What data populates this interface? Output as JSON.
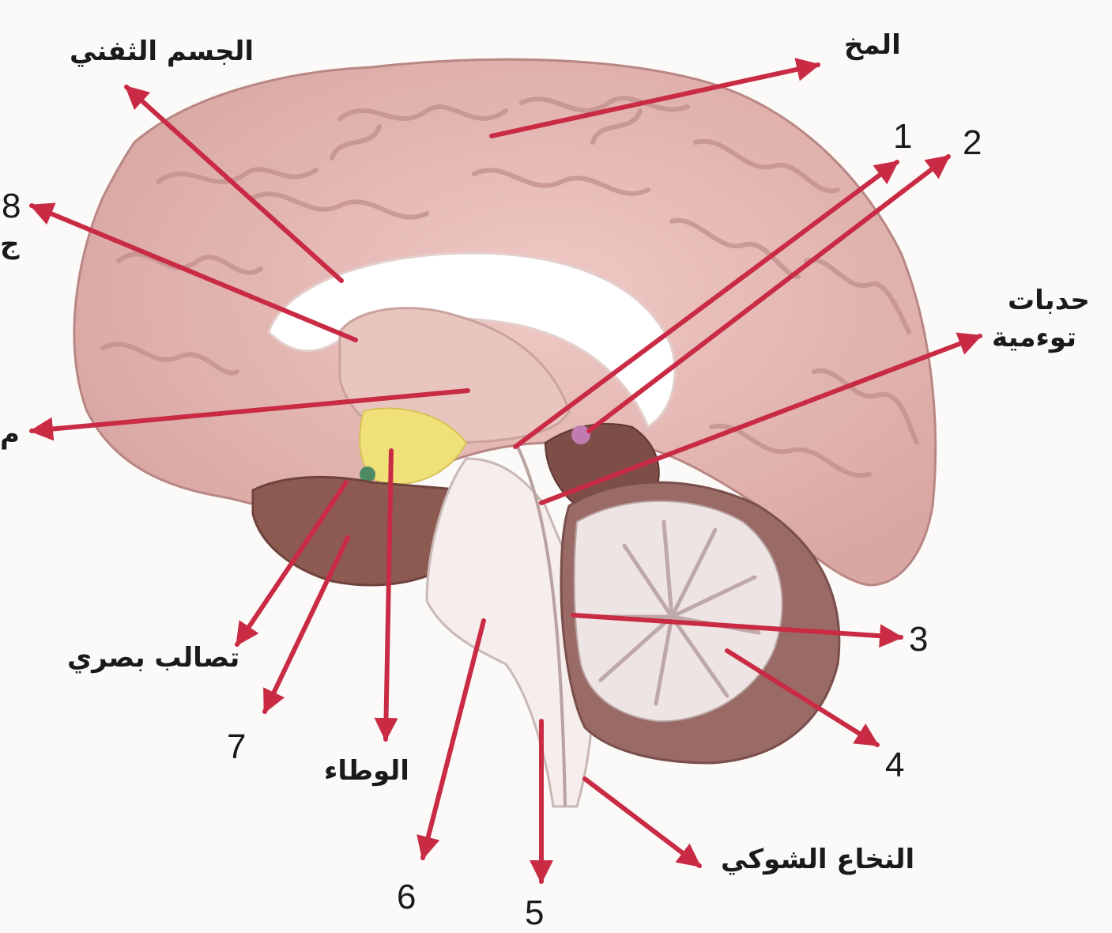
{
  "labels": {
    "cerebrum": "المخ",
    "corpus_callosum": "الجسم الثفني",
    "colliculi_line1": "حدبات",
    "colliculi_line2": "توءمية",
    "optic_chiasm": "تصالب بصري",
    "hypothalamus": "الوطاء",
    "spinal_cord": "النخاع الشوكي",
    "n1": "1",
    "n2": "2",
    "n3": "3",
    "n4": "4",
    "n5": "5",
    "n6": "6",
    "n7": "7",
    "n8": "8",
    "cut_left_top": "ج",
    "cut_left_mid": "م"
  },
  "colors": {
    "cortex": "#e6b9b5",
    "cortex_shadow": "#c89a96",
    "white_matter": "#ffffff",
    "thalamus": "#e9c7c1",
    "hypothalamus": "#efe07a",
    "midbrain": "#8d5a52",
    "cerebellum": "#efe4e4",
    "cerebellum_outer": "#9a6a66",
    "brainstem": "#f6efed",
    "arrow": "#c92b45"
  }
}
